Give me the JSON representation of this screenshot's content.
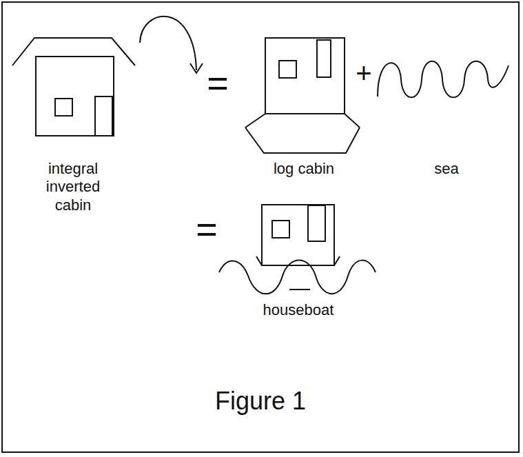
{
  "diagram": {
    "caption": "Figure 1",
    "labels": [
      "integral inverted cabin",
      "=",
      "log cabin",
      "+",
      "sea",
      "=",
      "houseboat"
    ]
  }
}
